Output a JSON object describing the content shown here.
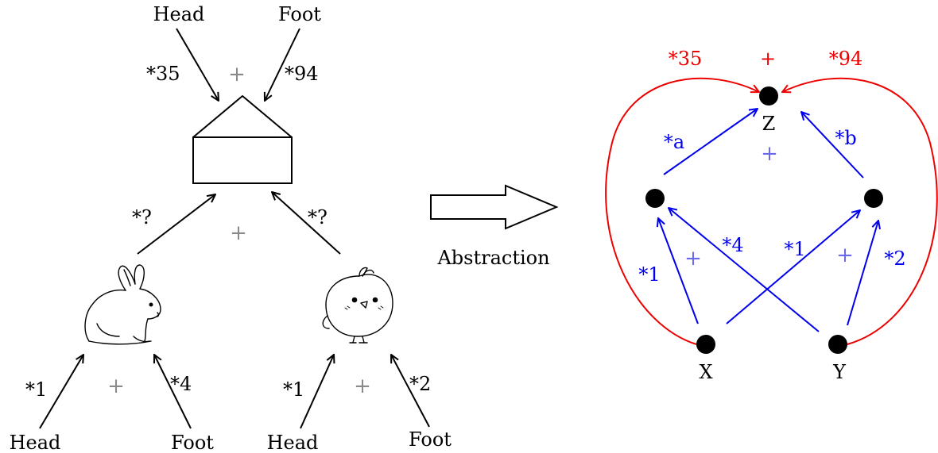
{
  "left": {
    "top_inputs": {
      "head": "Head",
      "foot": "Foot",
      "w_head": "*35",
      "w_foot": "*94",
      "plus": "+"
    },
    "middle": {
      "w_rabbit": "*?",
      "w_chick": "*?",
      "plus": "+"
    },
    "rabbit": {
      "head": "Head",
      "foot": "Foot",
      "w_head": "*1",
      "w_foot": "*4",
      "plus": "+"
    },
    "chick": {
      "head": "Head",
      "foot": "Foot",
      "w_head": "*1",
      "w_foot": "*2",
      "plus": "+"
    }
  },
  "arrow_caption": "Abstraction",
  "graph": {
    "nodes": {
      "z": "Z",
      "x": "X",
      "y": "Y"
    },
    "red_weights": {
      "left": "*35",
      "right": "*94",
      "plus": "+"
    },
    "top_weights": {
      "a": "*a",
      "b": "*b",
      "plus": "+"
    },
    "bottom_weights": {
      "x_left": "*1",
      "y_left": "*4",
      "x_right": "*1",
      "y_right": "*2",
      "plus_left": "+",
      "plus_right": "+"
    }
  },
  "colors": {
    "black": "#000000",
    "blue": "#0000ee",
    "red": "#ee0000",
    "plus": "#8a8a8a"
  },
  "icons": [
    "house-icon",
    "rabbit-icon",
    "chick-icon",
    "abstraction-arrow-icon"
  ]
}
